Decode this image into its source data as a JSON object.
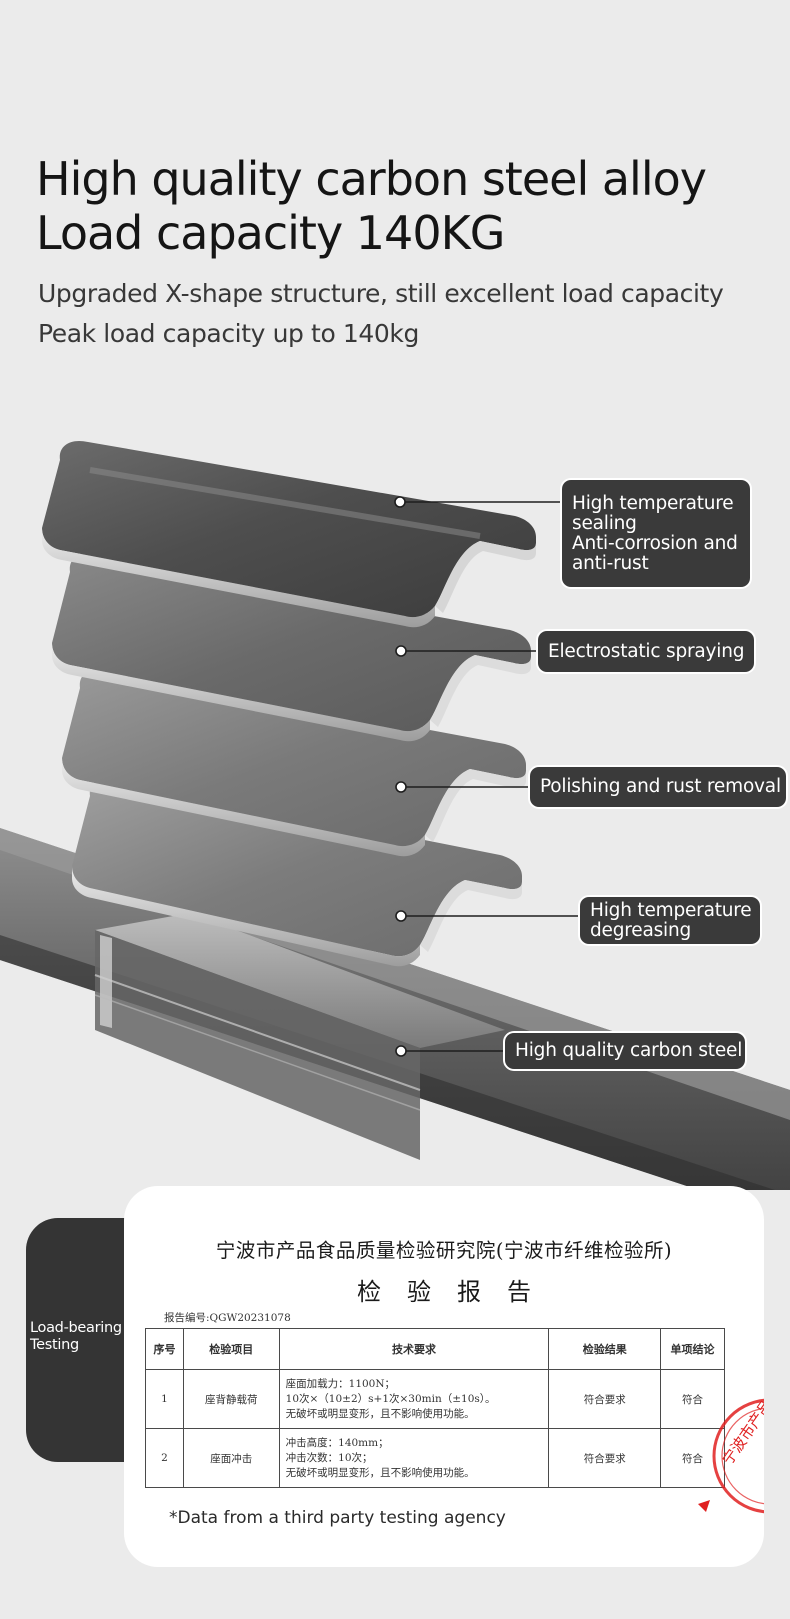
{
  "headline": {
    "line1": "High quality carbon steel alloy",
    "line2": "Load capacity 140KG"
  },
  "subheadline": {
    "line1": "Upgraded X-shape structure, still excellent load capacity",
    "line2": "Peak load capacity up to 140kg"
  },
  "layers": [
    {
      "lines": [
        "High temperature",
        "sealing",
        "Anti-corrosion and",
        "anti-rust"
      ]
    },
    {
      "lines": [
        "Electrostatic spraying"
      ]
    },
    {
      "lines": [
        "Polishing and rust removal"
      ]
    },
    {
      "lines": [
        "High temperature",
        "degreasing"
      ]
    },
    {
      "lines": [
        "High quality carbon steel"
      ]
    }
  ],
  "testing_tab": {
    "line1": "Load-bearing",
    "line2": "Testing"
  },
  "report": {
    "organization": "宁波市产品食品质量检验研究院(宁波市纤维检验所)",
    "title": "检验报告",
    "report_number": "报告编号:QGW20231078",
    "columns": [
      "序号",
      "检验项目",
      "技术要求",
      "检验结果",
      "单项结论"
    ],
    "rows": [
      {
        "no": "1",
        "item": "座背静载荷",
        "requirement": [
          "座面加载力：1100N；",
          "10次×（10±2）s+1次×30min（±10s）。",
          "无破坏或明显变形，且不影响使用功能。"
        ],
        "result": "符合要求",
        "conclusion": "符合"
      },
      {
        "no": "2",
        "item": "座面冲击",
        "requirement": [
          "冲击高度：140mm；",
          "冲击次数：10次；",
          "无破坏或明显变形，且不影响使用功能。"
        ],
        "result": "符合要求",
        "conclusion": "符合"
      }
    ],
    "footnote": "*Data from a third party testing agency",
    "stamp_text": "宁波市产品"
  },
  "colors": {
    "background": "#ebebeb",
    "callout": "#3a3a3a",
    "steel_dark": "#4a4a4a",
    "steel_light": "#8a8a8a",
    "stamp": "#e02020"
  }
}
